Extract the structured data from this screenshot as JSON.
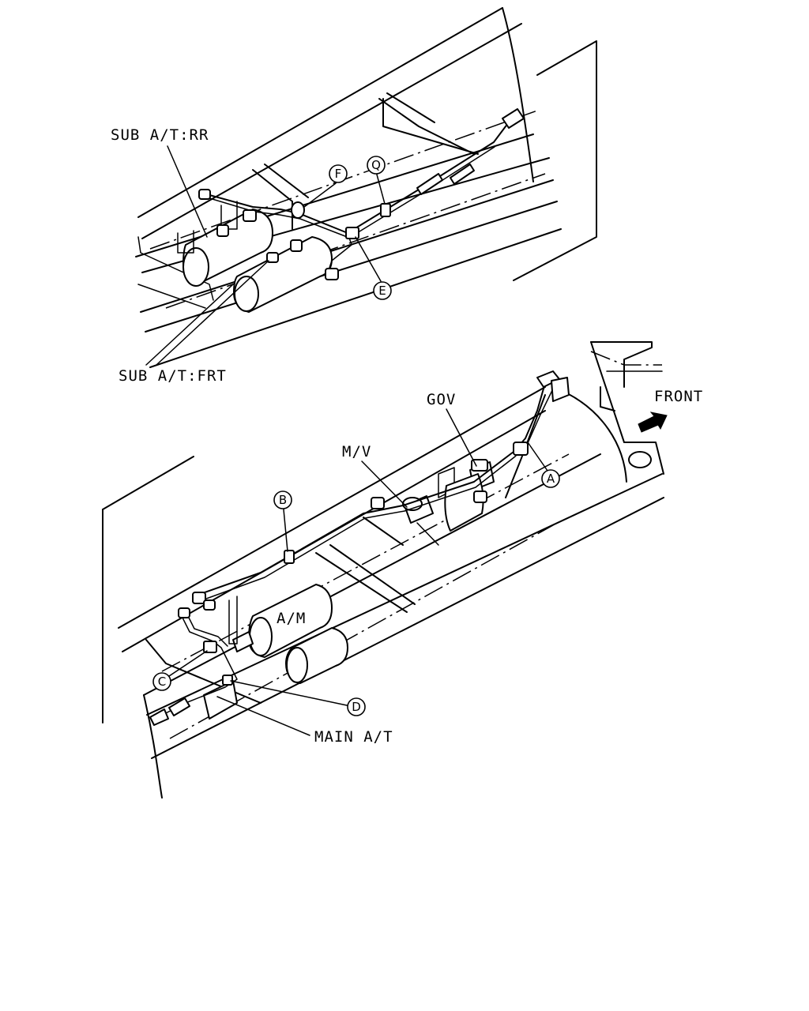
{
  "labels": {
    "sub_at_rr": "SUB A/T:RR",
    "sub_at_frt": "SUB A/T:FRT",
    "gov": "GOV",
    "mv": "M/V",
    "am": "A/M",
    "main_at": "MAIN A/T",
    "front": "FRONT"
  },
  "callouts": {
    "a": "A",
    "b": "B",
    "c": "C",
    "d": "D",
    "e": "E",
    "f": "F",
    "q": "Q"
  }
}
